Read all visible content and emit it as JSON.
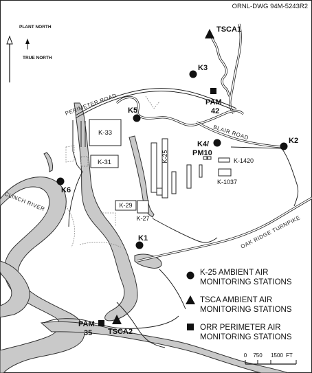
{
  "drawing_number": "ORNL-DWG 94M-5243R2",
  "north_arrows": {
    "plant_north": "PLANT NORTH",
    "true_north": "TRUE NORTH"
  },
  "roads": {
    "perimeter_road": "PERIMETER ROAD",
    "blair_road": "BLAIR ROAD",
    "oak_ridge_turnpike": "OAK RIDGE TURNPIKE",
    "clinch_river": "CLINCH RIVER"
  },
  "buildings": {
    "k33": "K-33",
    "k31": "K-31",
    "k25": "K-25",
    "k29": "K-29",
    "k27": "K-27",
    "k1420": "K-1420",
    "k1037": "K-1037"
  },
  "stations": {
    "k1": "K1",
    "k2": "K2",
    "k3": "K3",
    "k4_line1": "K4/",
    "k4_line2": "PM10",
    "k5": "K5",
    "k6": "K6",
    "tsca1": "TSCA1",
    "tsca2": "TSCA2",
    "pam42_line1": "PAM",
    "pam42_line2": "42",
    "pam35_line1": "PAM",
    "pam35_line2": "35"
  },
  "legend": {
    "items": [
      {
        "symbol": "circle-icon",
        "line1": "K-25 AMBIENT AIR",
        "line2": "MONITORING STATIONS"
      },
      {
        "symbol": "triangle-icon",
        "line1": "TSCA AMBIENT AIR",
        "line2": "MONITORING STATIONS"
      },
      {
        "symbol": "square-icon",
        "line1": "ORR PERIMETER AIR",
        "line2": "MONITORING STATIONS"
      }
    ]
  },
  "scale_bar": {
    "tick_0": "0",
    "tick_1": "750",
    "tick_2": "1500",
    "unit": "FT"
  },
  "colors": {
    "water": "#c9c9c9",
    "ink": "#111111",
    "background": "#ffffff"
  }
}
